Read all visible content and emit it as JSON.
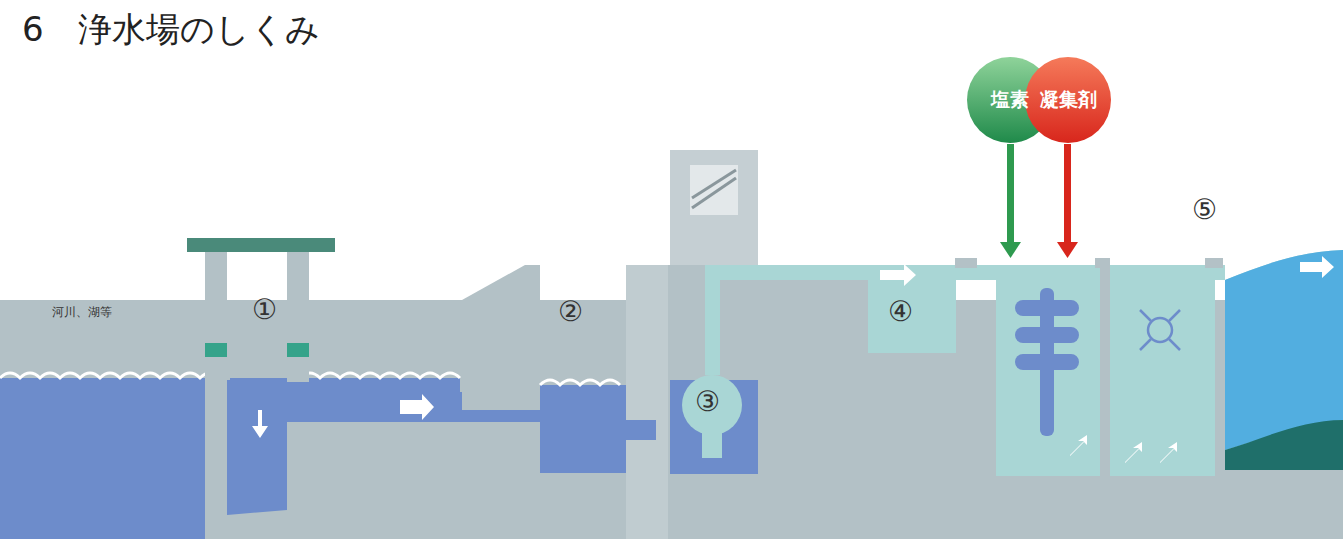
{
  "diagram": {
    "title": "6　浄水場のしくみ",
    "nodes": [
      {
        "text": [
          "塩素"
        ]
      },
      {
        "text": [
          "凝集剤"
        ]
      }
    ],
    "labels": [
      "①",
      "②",
      "③",
      "④",
      "⑤",
      "河川、湖等"
    ]
  }
}
